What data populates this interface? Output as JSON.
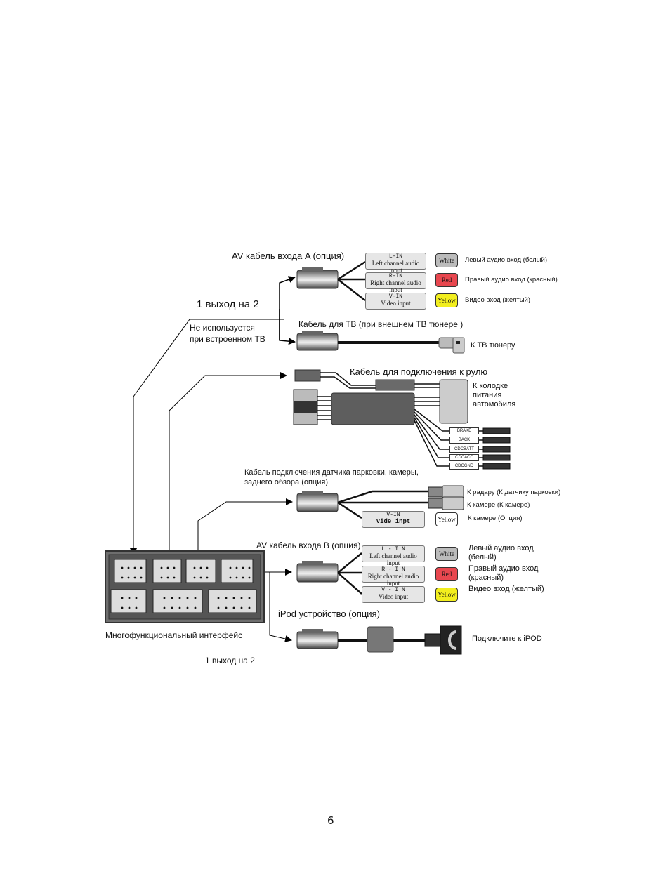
{
  "page_number": "6",
  "av_cable_a": {
    "title": "AV кабель входа A (опция)",
    "inputs": [
      {
        "code": "L-IN",
        "desc": "Left channel audio input",
        "plug": "White",
        "label": "Левый аудио вход (белый)",
        "color": "#bbbbbb"
      },
      {
        "code": "R-IN",
        "desc": "Right channel audio input",
        "plug": "Red",
        "label": "Правый аудио вход (красный)",
        "color": "#e8474f"
      },
      {
        "code": "V-IN",
        "desc": "Video input",
        "plug": "Yellow",
        "label": "Видео вход (желтый)",
        "color": "#f2ee1e"
      }
    ]
  },
  "split_label_top": "1 выход на  2",
  "not_used_note": {
    "line1": "Не используется",
    "line2": "при встроенном ТВ"
  },
  "tv_cable": {
    "title": "Кабель для ТВ (при внешнем ТВ тюнере        )",
    "label": "К ТВ тюнеру"
  },
  "steering_cable": {
    "title": "Кабель для подключения к рулю",
    "power_label": {
      "line1": "К колодке",
      "line2": "питания",
      "line3": "автомобиля"
    },
    "wires": [
      "BRAKE",
      "BACK",
      "CDCBATT",
      "CDCACC",
      "CDCGND"
    ]
  },
  "parking_cable": {
    "title_line1": "Кабель подключения датчика парковки, камеры,",
    "title_line2": "заднего обзора (опция)",
    "outputs": [
      {
        "label": "К радару (К датчику парковки)"
      },
      {
        "label": "К камере (К камере)"
      },
      {
        "code": "V-IN",
        "desc": "Vide inpt",
        "plug": "Yellow",
        "label": "К камере   (Опция)",
        "color": "#f2ee1e"
      }
    ]
  },
  "av_cable_b": {
    "title": "AV кабель входа B (опция)",
    "inputs": [
      {
        "code": "L - I N",
        "desc": "Left channel audio input",
        "plug": "White",
        "label1": "Левый аудио вход",
        "label2": "(белый)",
        "color": "#bbbbbb"
      },
      {
        "code": "R - I N",
        "desc": "Right channel audio input",
        "plug": "Red",
        "label1": "Правый аудио вход",
        "label2": "(красный)",
        "color": "#e8474f"
      },
      {
        "code": "V - I N",
        "desc": "Video input",
        "plug": "Yellow",
        "label1": "Видео вход (желтый)",
        "label2": "",
        "color": "#f2ee1e"
      }
    ]
  },
  "ipod": {
    "title": "iPod устройство (опция)",
    "label": "Подключите к iPOD"
  },
  "interface": {
    "title": "Многофункциональный интерфейс",
    "split_label": "1 выход на 2"
  }
}
